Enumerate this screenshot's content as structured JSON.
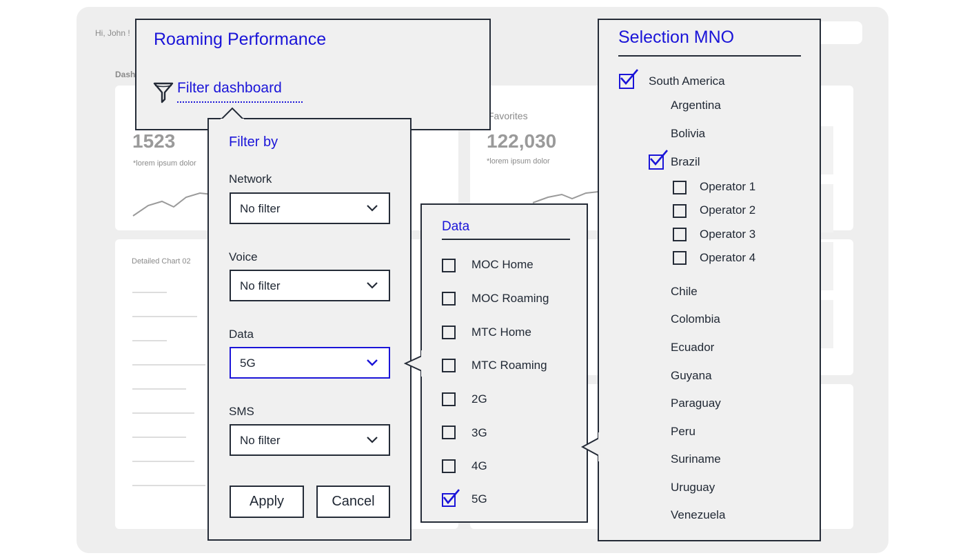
{
  "background": {
    "greeting": "Hi, John !",
    "section_label": "Dashboard",
    "metric_1": {
      "value": "1523",
      "note": "*lorem ipsum dolor"
    },
    "metric_2": {
      "label": "Favorites",
      "value": "122,030",
      "note": "*lorem ipsum dolor"
    },
    "chart_title": "Detailed Chart 02"
  },
  "roaming_panel": {
    "title": "Roaming Performance",
    "filter_link": "Filter dashboard",
    "icon": "funnel-icon"
  },
  "filter_panel": {
    "title": "Filter by",
    "fields": [
      {
        "label": "Network",
        "value": "No filter",
        "active": false
      },
      {
        "label": "Voice",
        "value": "No filter",
        "active": false
      },
      {
        "label": "Data",
        "value": "5G",
        "active": true
      },
      {
        "label": "SMS",
        "value": "No filter",
        "active": false
      }
    ],
    "apply_label": "Apply",
    "cancel_label": "Cancel"
  },
  "data_panel": {
    "title": "Data",
    "options": [
      {
        "label": "MOC Home",
        "checked": false
      },
      {
        "label": "MOC Roaming",
        "checked": false
      },
      {
        "label": "MTC Home",
        "checked": false
      },
      {
        "label": "MTC Roaming",
        "checked": false
      },
      {
        "label": "2G",
        "checked": false
      },
      {
        "label": "3G",
        "checked": false
      },
      {
        "label": "4G",
        "checked": false
      },
      {
        "label": "5G",
        "checked": true
      }
    ]
  },
  "mno_panel": {
    "title": "Selection MNO",
    "region": {
      "label": "South America",
      "checked": true
    },
    "countries": [
      {
        "label": "Argentina"
      },
      {
        "label": "Bolivia"
      },
      {
        "label": "Brazil",
        "checked": true
      },
      {
        "label": "Chile"
      },
      {
        "label": "Colombia"
      },
      {
        "label": "Ecuador"
      },
      {
        "label": "Guyana"
      },
      {
        "label": "Paraguay"
      },
      {
        "label": "Peru"
      },
      {
        "label": "Suriname"
      },
      {
        "label": "Uruguay"
      },
      {
        "label": "Venezuela"
      }
    ],
    "operators": [
      {
        "label": "Operator 1",
        "checked": false
      },
      {
        "label": "Operator 2",
        "checked": false
      },
      {
        "label": "Operator 3",
        "checked": false
      },
      {
        "label": "Operator 4",
        "checked": false
      }
    ]
  },
  "colors": {
    "accent": "#1a14d8",
    "border": "#232a36",
    "panel": "#f0f0f0"
  }
}
